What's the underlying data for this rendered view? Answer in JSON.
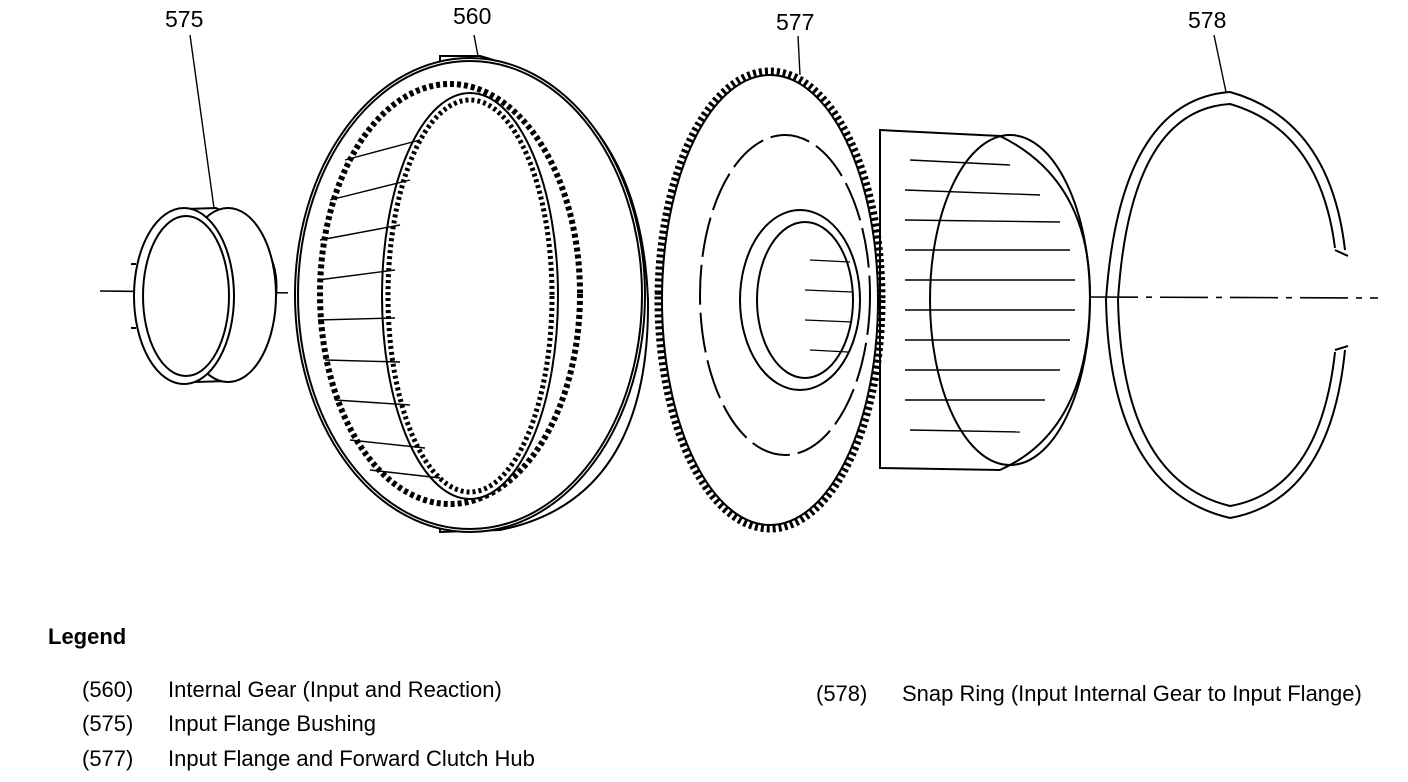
{
  "callouts": {
    "c575": "575",
    "c560": "560",
    "c577": "577",
    "c578": "578"
  },
  "legend": {
    "title": "Legend",
    "items": [
      {
        "code": "(560)",
        "desc": "Internal Gear (Input and Reaction)"
      },
      {
        "code": "(575)",
        "desc": "Input Flange Bushing"
      },
      {
        "code": "(577)",
        "desc": "Input Flange and Forward Clutch Hub"
      },
      {
        "code": "(578)",
        "desc": "Snap Ring (Input Internal Gear to Input Flange)"
      }
    ]
  }
}
